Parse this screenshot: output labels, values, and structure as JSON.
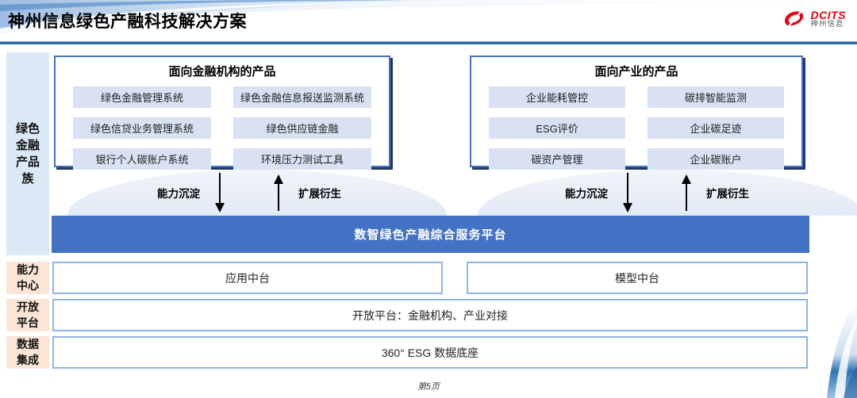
{
  "slide": {
    "title": "神州信息绿色产融科技解决方案",
    "page_footer": "第5页"
  },
  "logo": {
    "name": "DCITS",
    "subtitle": "神州信息"
  },
  "left_labels": {
    "product_family": "绿色金融产品族",
    "capability_center": "能力中心",
    "open_platform": "开放平台",
    "data_integration": "数据集成"
  },
  "panels": [
    {
      "title": "面向金融机构的产品",
      "items": [
        "绿色金融管理系统",
        "绿色金融信息报送监测系统",
        "绿色信贷业务管理系统",
        "绿色供应链金融",
        "银行个人碳账户系统",
        "环境压力测试工具"
      ]
    },
    {
      "title": "面向产业的产品",
      "items": [
        "企业能耗管控",
        "碳排智能监测",
        "ESG评价",
        "企业碳足迹",
        "碳资产管理",
        "企业碳账户"
      ]
    }
  ],
  "arrows": {
    "down_label": "能力沉淀",
    "up_label": "扩展衍生"
  },
  "platform_banner": "数智绿色产融综合服务平台",
  "middle_rows": {
    "application_platform": "应用中台",
    "model_platform": "模型中台",
    "open_platform_box": "开放平台：金融机构、产业对接",
    "data_box": "360° ESG 数据底座"
  },
  "colors": {
    "banner_blue": "#4472c4",
    "panel_border": "#4472c4",
    "item_fill": "#d9e2f3",
    "sidebar_fill": "#dbe8f6",
    "label_peach": "#fbe5d6",
    "light_box_border": "#8eb4e3",
    "brand_red": "#e60012"
  }
}
